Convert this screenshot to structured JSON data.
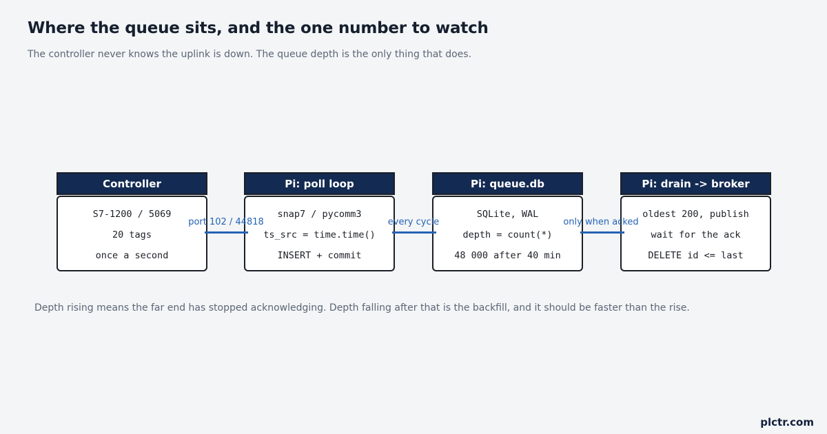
{
  "header": {
    "title": "Where the queue sits, and the one number to watch",
    "subtitle": "The controller never knows the uplink is down. The queue depth is the only thing that does."
  },
  "nodes": [
    {
      "title": "Controller",
      "lines": [
        "S7-1200 / 5069",
        "20 tags",
        "once a second"
      ]
    },
    {
      "title": "Pi: poll loop",
      "lines": [
        "snap7 / pycomm3",
        "ts_src = time.time()",
        "INSERT + commit"
      ]
    },
    {
      "title": "Pi: queue.db",
      "lines": [
        "SQLite, WAL",
        "depth = count(*)",
        "48 000 after 40 min"
      ]
    },
    {
      "title": "Pi: drain -> broker",
      "lines": [
        "oldest 200, publish",
        "wait for the ack",
        "DELETE id <= last"
      ]
    }
  ],
  "edges": [
    {
      "label": "port 102 / 44818"
    },
    {
      "label": "every cycle"
    },
    {
      "label": "only when acked"
    }
  ],
  "footnote": "Depth rising means the far end has stopped acknowledging. Depth falling after that is the backfill, and it should be faster than the rise.",
  "brand": "plctr.com",
  "colors": {
    "background": "#f3f5f7",
    "node_header": "#132a52",
    "edge": "#2563b5",
    "title_text": "#161f2e",
    "muted_text": "#5c6675"
  }
}
